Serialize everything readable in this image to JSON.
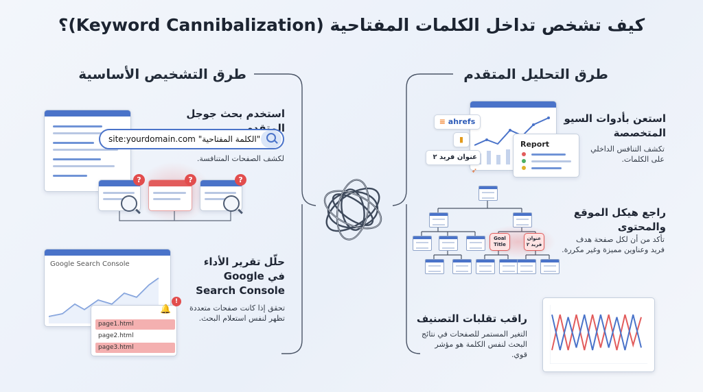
{
  "title": "كيف تشخص تداخل الكلمات المفتاحية (Keyword Cannibalization)؟",
  "left": {
    "heading": "طرق التشخيص الأساسية",
    "s1": {
      "title": "استخدم بحث جوجل المتقدم",
      "search_query": "site:yourdomain.com \"الكلمة المفتاحية\"",
      "desc": "لكشف الصفحات المتنافسة."
    },
    "s2": {
      "title": "حلّل تقرير الأداء في Google Search Console",
      "desc": "تحقق إذا كانت صفحات متعددة تظهر لنفس استعلام البحث.",
      "gsc_label": "Google Search Console",
      "pages": [
        "page1.html",
        "page2.html",
        "page3.html"
      ]
    }
  },
  "right": {
    "heading": "طرق التحليل المتقدم",
    "s1": {
      "title": "استعن بأدوات السيو المتخصصة",
      "desc": "تكشف التنافس الداخلي على الكلمات.",
      "tool_name": "ahrefs",
      "report_label": "Report",
      "chip_label": "عنوان فريد ٢"
    },
    "s2": {
      "title": "راجع هيكل الموقع والمحتوى",
      "desc": "تأكد من أن لكل صفحة هدف فريد وعناوين مميزة وغير مكررة.",
      "goal_title": "Goal Title",
      "unique_title": "عنوان فريد ٢"
    },
    "s3": {
      "title": "راقب تقلبات التصنيف",
      "desc": "التغير المستمر للصفحات في نتائج البحث لنفس الكلمة هو مؤشر قوي.",
      "chart_values_red": [
        0.15,
        0.85,
        0.15,
        0.85,
        0.15,
        0.85,
        0.2,
        0.85,
        0.15,
        0.85,
        0.25,
        0.8
      ],
      "chart_values_blue": [
        0.85,
        0.15,
        0.8,
        0.2,
        0.85,
        0.15,
        0.85,
        0.2,
        0.8,
        0.15,
        0.85,
        0.2
      ]
    }
  },
  "colors": {
    "blue": "#4a73c9",
    "red": "#e25c5c",
    "text": "#1f2633"
  }
}
